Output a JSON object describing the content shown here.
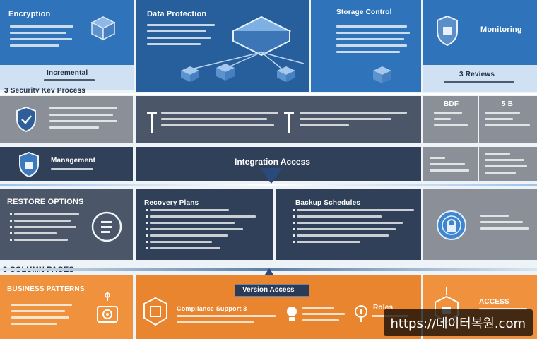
{
  "top": {
    "left_title": "Encryption",
    "center_title": "Data Protection",
    "right_top_title": "Storage Control",
    "right_title": "Monitoring",
    "pale_left_title": "Incremental",
    "pale_right_title": "3 Reviews",
    "strip_title": "3 Security Key Process"
  },
  "row2": {
    "right_a": "BDF",
    "right_b": "5 B"
  },
  "row3": {
    "left_title": "Management",
    "center_title": "Integration Access"
  },
  "row4": {
    "left_title": "RESTORE OPTIONS",
    "center_a_title": "Recovery Plans",
    "center_b_title": "Backup Schedules"
  },
  "row5": {
    "strip_title": "3 COLUMN PAGES",
    "left_title": "BUSINESS PATTERNS",
    "center_label": "Version Access",
    "mid_title": "Compliance Support 3",
    "right_title": "ACCESS",
    "right_sub": "Roles"
  },
  "watermark": "https://데이터복원.com",
  "colors": {
    "blue": "#2f74ba",
    "navy": "#2f4058",
    "orange": "#f0923d",
    "gray": "#8b9098"
  },
  "icons": [
    "server-box-icon",
    "shield-icon",
    "lock-icon",
    "gear-icon",
    "badge-icon",
    "bulb-icon",
    "cloud-icon"
  ]
}
